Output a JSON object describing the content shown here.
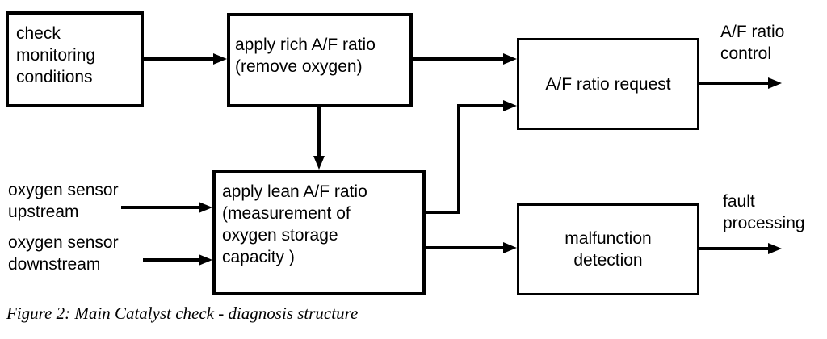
{
  "colors": {
    "ink": "#000000",
    "background": "#ffffff"
  },
  "diagram": {
    "nodes": {
      "check": {
        "label": "check\nmonitoring\nconditions"
      },
      "rich": {
        "label": "apply rich A/F ratio\n(remove oxygen)"
      },
      "request": {
        "label": "A/F ratio request"
      },
      "lean": {
        "label": "apply lean A/F ratio\n(measurement of\noxygen storage\ncapacity )"
      },
      "malfunction": {
        "label": "malfunction\ndetection"
      }
    },
    "inputs": {
      "upstream": {
        "label": "oxygen sensor\nupstream"
      },
      "downstream": {
        "label": "oxygen sensor\ndownstream"
      }
    },
    "outputs": {
      "afr_control": {
        "label": "A/F ratio\ncontrol"
      },
      "fault": {
        "label": "fault\nprocessing"
      }
    }
  },
  "caption": "Figure 2: Main Catalyst check - diagnosis structure"
}
